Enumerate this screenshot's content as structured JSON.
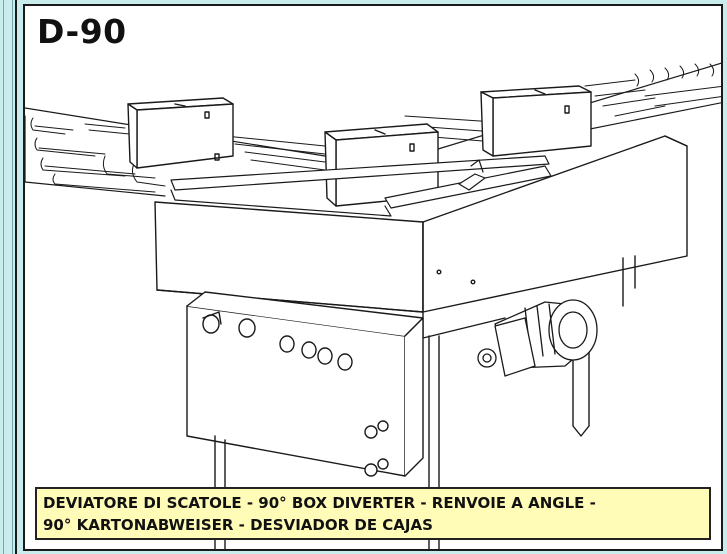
{
  "model_title": "D-90",
  "caption": {
    "line1": "DEVIATORE DI SCATOLE - 90° BOX DIVERTER - RENVOIE A ANGLE -",
    "line2": "90° KARTONABWEISER - DESVIADOR DE CAJAS"
  },
  "colors": {
    "background": "#c9ecec",
    "panel": "#ffffff",
    "caption_fill": "#fffcb8",
    "line": "#1a1a1a"
  }
}
